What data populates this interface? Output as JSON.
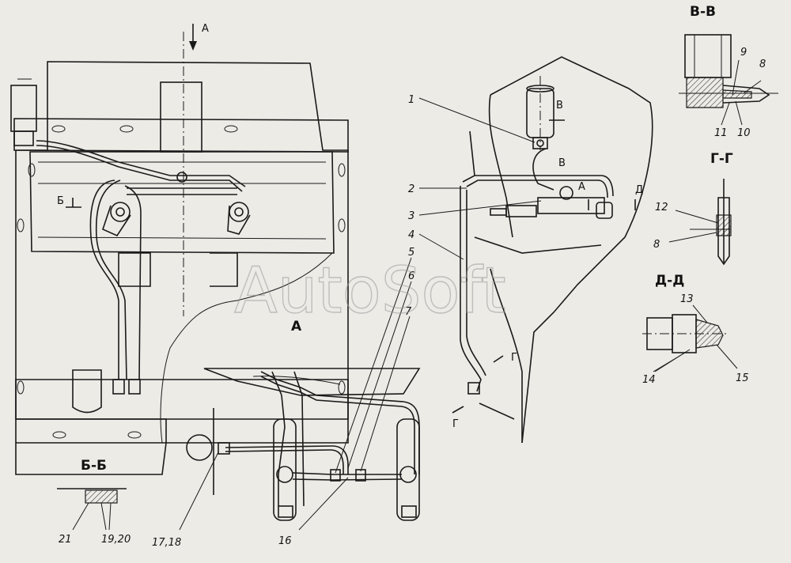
{
  "watermark": "AutoSoft",
  "views": {
    "a_arrow": "А",
    "a_view": "А",
    "bb": "Б-Б",
    "vv": "В-В",
    "gg": "Г-Г",
    "dd": "Д-Д"
  },
  "cut_marks": {
    "b": "Б",
    "v1": "В",
    "v2": "В",
    "a": "А",
    "d": "Д",
    "g1": "Г",
    "g2": "Г"
  },
  "callouts": {
    "n1": "1",
    "n2": "2",
    "n3": "3",
    "n4": "4",
    "n5": "5",
    "n6": "6",
    "n7": "7",
    "n8a": "8",
    "n8b": "8",
    "n9": "9",
    "n10": "10",
    "n11": "11",
    "n12": "12",
    "n13": "13",
    "n14": "14",
    "n15": "15",
    "n16": "16",
    "n1718": "17,18",
    "n1920": "19,20",
    "n21": "21"
  },
  "colors": {
    "ink": "#1a1a1a",
    "paper": "#ecebe6",
    "watermark": "#9a9a9a"
  }
}
